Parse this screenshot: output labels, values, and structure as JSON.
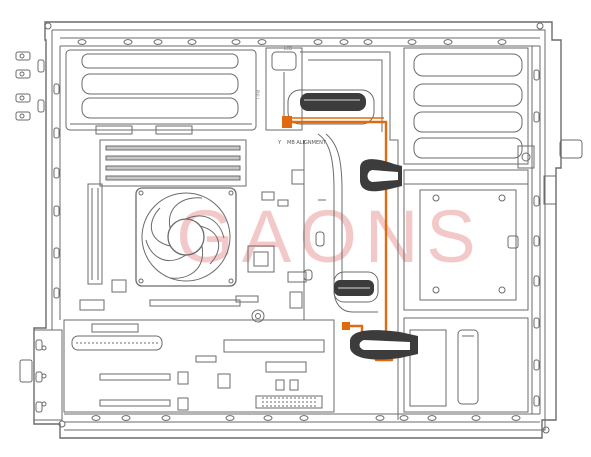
{
  "diagram": {
    "labels": {
      "alignment": "MB ALIGNMENT",
      "alignment_marker": "Y",
      "pull_tab": "PULL",
      "top_tag": "LCD"
    },
    "watermark": "GAONS",
    "colors": {
      "outline": "#6b6b6b",
      "cable": "#e06a10",
      "clip": "#3c3c3c",
      "watermark": "#f3c8c8"
    },
    "icons": [
      "fan-heatsink-icon",
      "cable-clip-icon",
      "screw-icon"
    ]
  }
}
